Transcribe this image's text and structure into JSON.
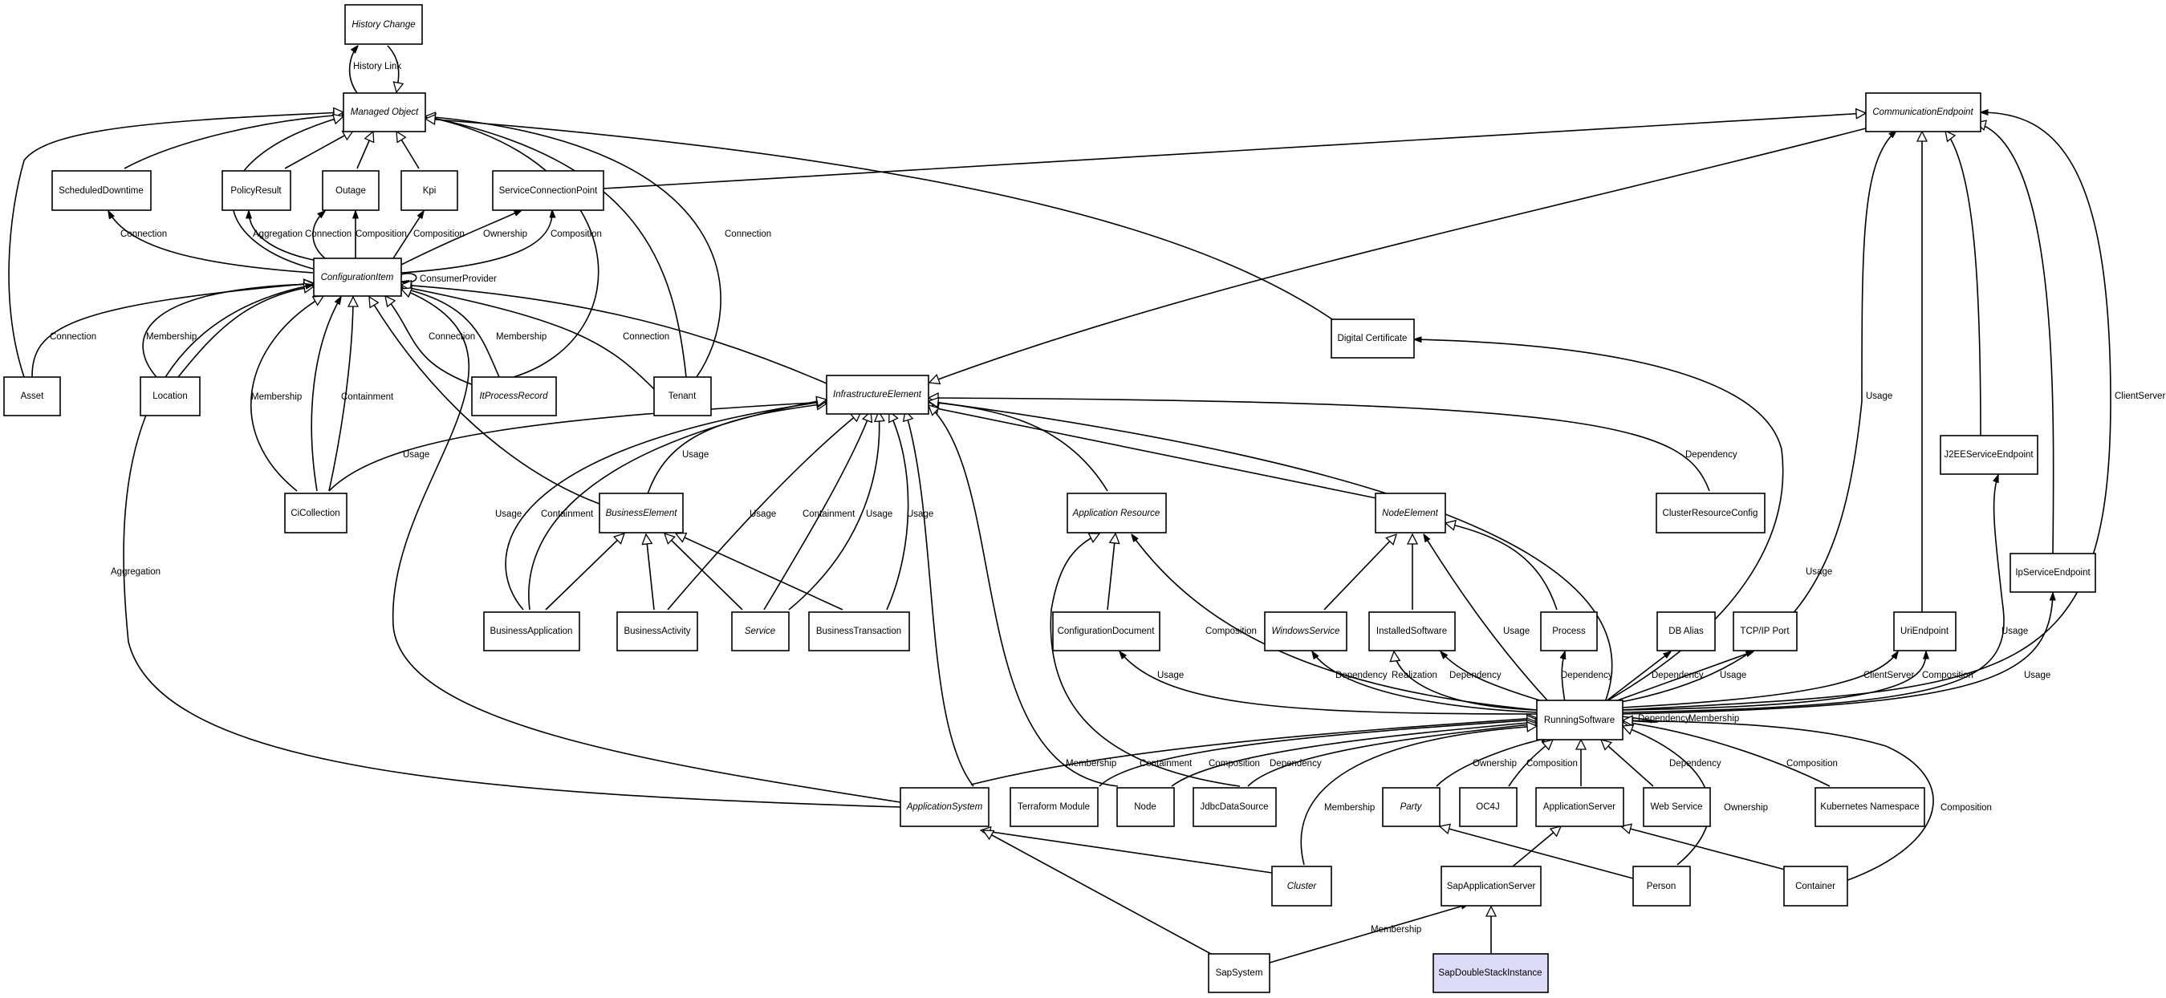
{
  "nodes": {
    "history_change": {
      "label": "History Change",
      "abstract": true
    },
    "managed_object": {
      "label": "Managed Object",
      "abstract": true
    },
    "communication_endpoint": {
      "label": "CommunicationEndpoint",
      "abstract": true
    },
    "scheduled_downtime": {
      "label": "ScheduledDowntime"
    },
    "policy_result": {
      "label": "PolicyResult"
    },
    "outage": {
      "label": "Outage"
    },
    "kpi": {
      "label": "Kpi"
    },
    "service_connection_point": {
      "label": "ServiceConnectionPoint"
    },
    "configuration_item": {
      "label": "ConfigurationItem",
      "abstract": true
    },
    "digital_certificate": {
      "label": "Digital Certificate"
    },
    "asset": {
      "label": "Asset"
    },
    "location": {
      "label": "Location"
    },
    "it_process_record": {
      "label": "ItProcessRecord",
      "abstract": true
    },
    "tenant": {
      "label": "Tenant"
    },
    "infrastructure_element": {
      "label": "InfrastructureElement",
      "abstract": true
    },
    "j2ee_service_endpoint": {
      "label": "J2EEServiceEndpoint"
    },
    "ci_collection": {
      "label": "CiCollection"
    },
    "business_element": {
      "label": "BusinessElement",
      "abstract": true
    },
    "application_resource": {
      "label": "Application Resource",
      "abstract": true
    },
    "node_element": {
      "label": "NodeElement",
      "abstract": true
    },
    "cluster_resource_config": {
      "label": "ClusterResourceConfig"
    },
    "ip_service_endpoint": {
      "label": "IpServiceEndpoint"
    },
    "business_application": {
      "label": "BusinessApplication"
    },
    "business_activity": {
      "label": "BusinessActivity"
    },
    "service": {
      "label": "Service",
      "abstract": true
    },
    "business_transaction": {
      "label": "BusinessTransaction"
    },
    "configuration_document": {
      "label": "ConfigurationDocument"
    },
    "windows_service": {
      "label": "WindowsService",
      "abstract": true
    },
    "installed_software": {
      "label": "InstalledSoftware"
    },
    "process": {
      "label": "Process"
    },
    "db_alias": {
      "label": "DB Alias"
    },
    "tcp_ip_port": {
      "label": "TCP/IP Port"
    },
    "uri_endpoint": {
      "label": "UriEndpoint"
    },
    "running_software": {
      "label": "RunningSoftware"
    },
    "application_system": {
      "label": "ApplicationSystem",
      "abstract": true
    },
    "terraform_module": {
      "label": "Terraform Module"
    },
    "node": {
      "label": "Node"
    },
    "jdbc_data_source": {
      "label": "JdbcDataSource"
    },
    "party": {
      "label": "Party",
      "abstract": true
    },
    "oc4j": {
      "label": "OC4J"
    },
    "application_server": {
      "label": "ApplicationServer"
    },
    "web_service": {
      "label": "Web Service"
    },
    "kubernetes_namespace": {
      "label": "Kubernetes Namespace"
    },
    "cluster": {
      "label": "Cluster",
      "abstract": true
    },
    "sap_application_server": {
      "label": "SapApplicationServer"
    },
    "person": {
      "label": "Person"
    },
    "container": {
      "label": "Container"
    },
    "sap_system": {
      "label": "SapSystem"
    },
    "sap_double_stack_instance": {
      "label": "SapDoubleStackInstance",
      "highlighted": true
    }
  },
  "edge_labels": {
    "history_link": "History Link",
    "connection": "Connection",
    "aggregation": "Aggregation",
    "composition": "Composition",
    "ownership": "Ownership",
    "consumer_provider": "ConsumerProvider",
    "membership": "Membership",
    "containment": "Containment",
    "usage": "Usage",
    "dependency": "Dependency",
    "realization": "Realization",
    "client_server": "ClientServer"
  },
  "colors": {
    "node_fill": "#ffffff",
    "highlight_fill": "#dcdcf8",
    "stroke": "#000000"
  }
}
